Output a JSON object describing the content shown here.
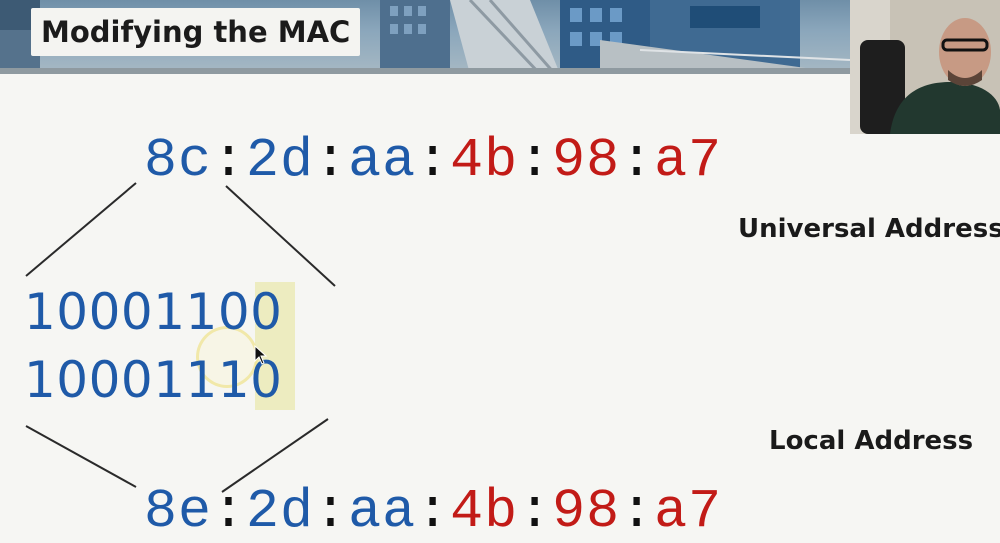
{
  "slide": {
    "title": "Modifying the MAC"
  },
  "universal": {
    "mac": {
      "oui": [
        "8c",
        "2d",
        "aa"
      ],
      "nic": [
        "4b",
        "98",
        "a7"
      ]
    },
    "label": "Universal Address"
  },
  "local": {
    "mac": {
      "oui": [
        "8e",
        "2d",
        "aa"
      ],
      "nic": [
        "4b",
        "98",
        "a7"
      ]
    },
    "label": "Local Address"
  },
  "binary": {
    "universal_bits": "10001100",
    "local_bits": "10001110"
  },
  "colors": {
    "oui": "#1f5aa8",
    "nic": "#c21b17",
    "separator": "#111111",
    "highlight": "#e6e496"
  },
  "icons": [
    "mouse-cursor-icon"
  ]
}
